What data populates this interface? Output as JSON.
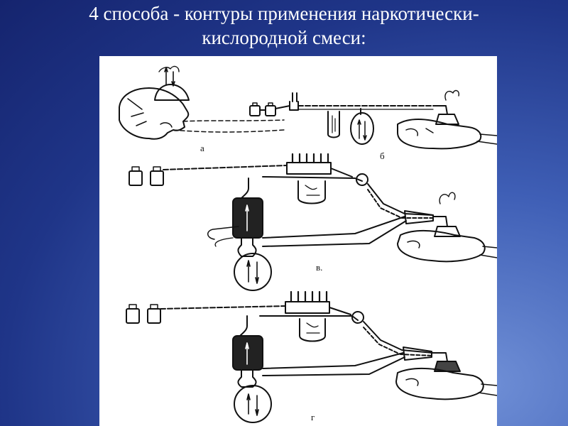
{
  "slide": {
    "title_line1": "4 способа - контуры применения наркотически-",
    "title_line2": "кислородной смеси:"
  },
  "diagram": {
    "panel_labels": [
      "а",
      "б",
      "в.",
      "г"
    ]
  }
}
